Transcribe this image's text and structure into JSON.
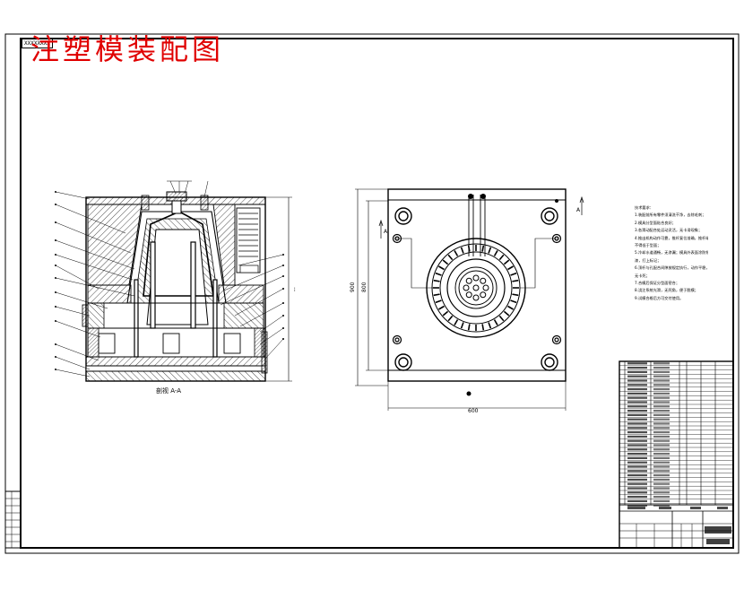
{
  "drawing": {
    "title": "注塑模装配图",
    "code_tag": "XXXXXXXX",
    "section_label": "剖视 A-A",
    "view_arrow_label": "A",
    "dimensions": {
      "overall_width": "600",
      "height_outer": "900",
      "height_inner": "800"
    },
    "tech_notes": [
      "技术要求：",
      "1.装配前所有零件须清洗干净，去除毛刺；",
      "2.模具分型面贴合良好；",
      "3.各滑动配合处运动灵活，无卡滞现象；",
      "4.推出机构动作可靠，推杆复位准确，推杆端面",
      "不得低于型面；",
      "5.冷却水道通畅，无渗漏；模具外表面涂防锈",
      "漆，打上标记；",
      "6.顶杆与孔配合间隙按规定执行，动作平稳，",
      "无卡死；",
      "7.合模后保证分型面密合；",
      "8.浇注系统光滑，无死角，便于脱模；",
      "9.试模合格后方可交付使用。"
    ]
  },
  "colors": {
    "title": "#e00000",
    "line": "#000000",
    "paper": "#ffffff"
  }
}
